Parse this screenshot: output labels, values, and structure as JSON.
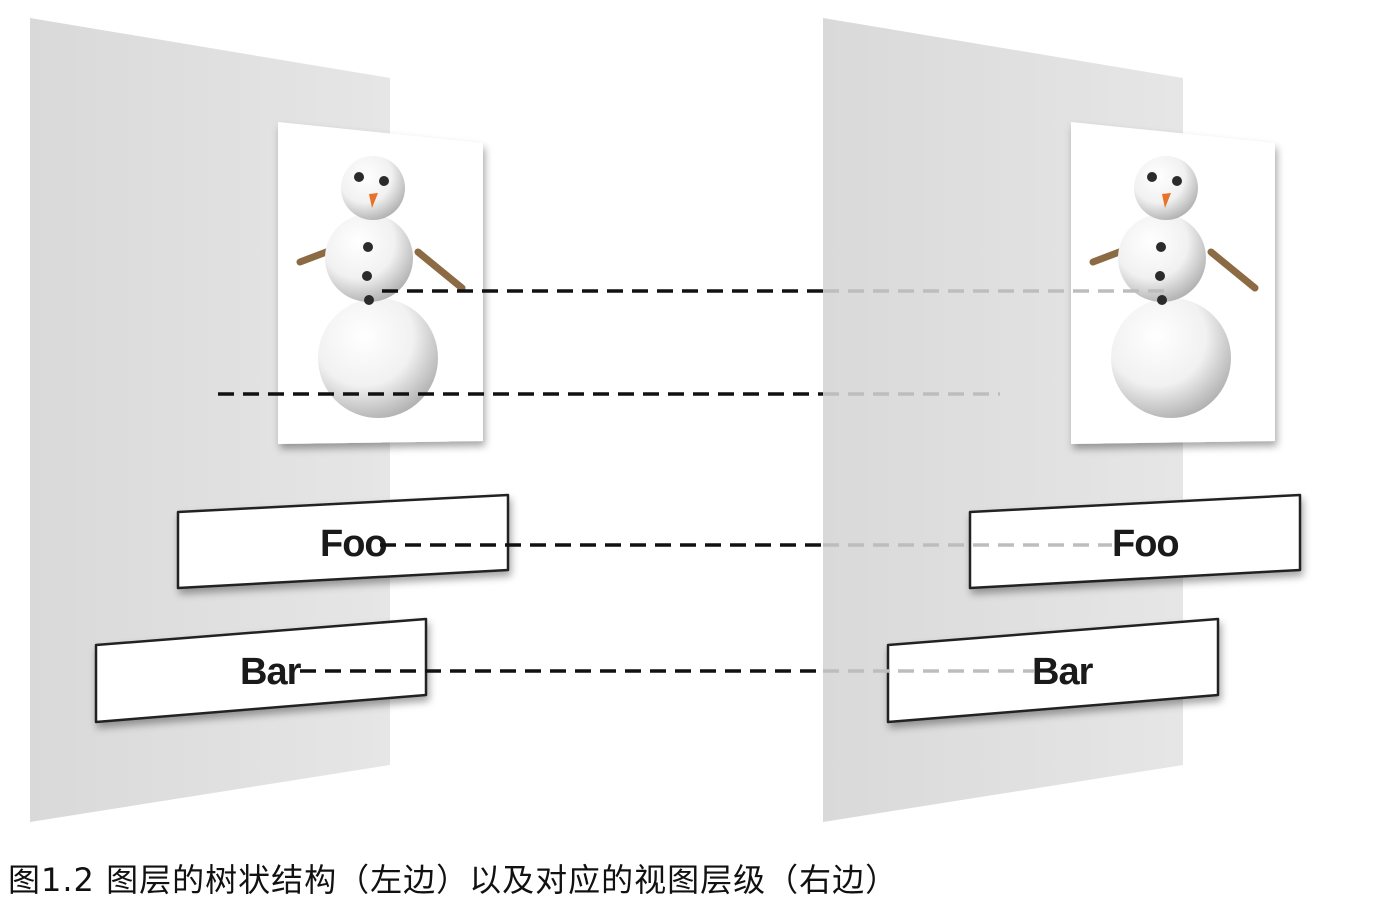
{
  "diagram": {
    "left_view": {
      "buttons": [
        {
          "label": "Foo"
        },
        {
          "label": "Bar"
        }
      ]
    },
    "right_view": {
      "buttons": [
        {
          "label": "Foo"
        },
        {
          "label": "Bar"
        }
      ]
    }
  },
  "caption": "图1.2 图层的树状结构（左边）以及对应的视图层级（右边）"
}
